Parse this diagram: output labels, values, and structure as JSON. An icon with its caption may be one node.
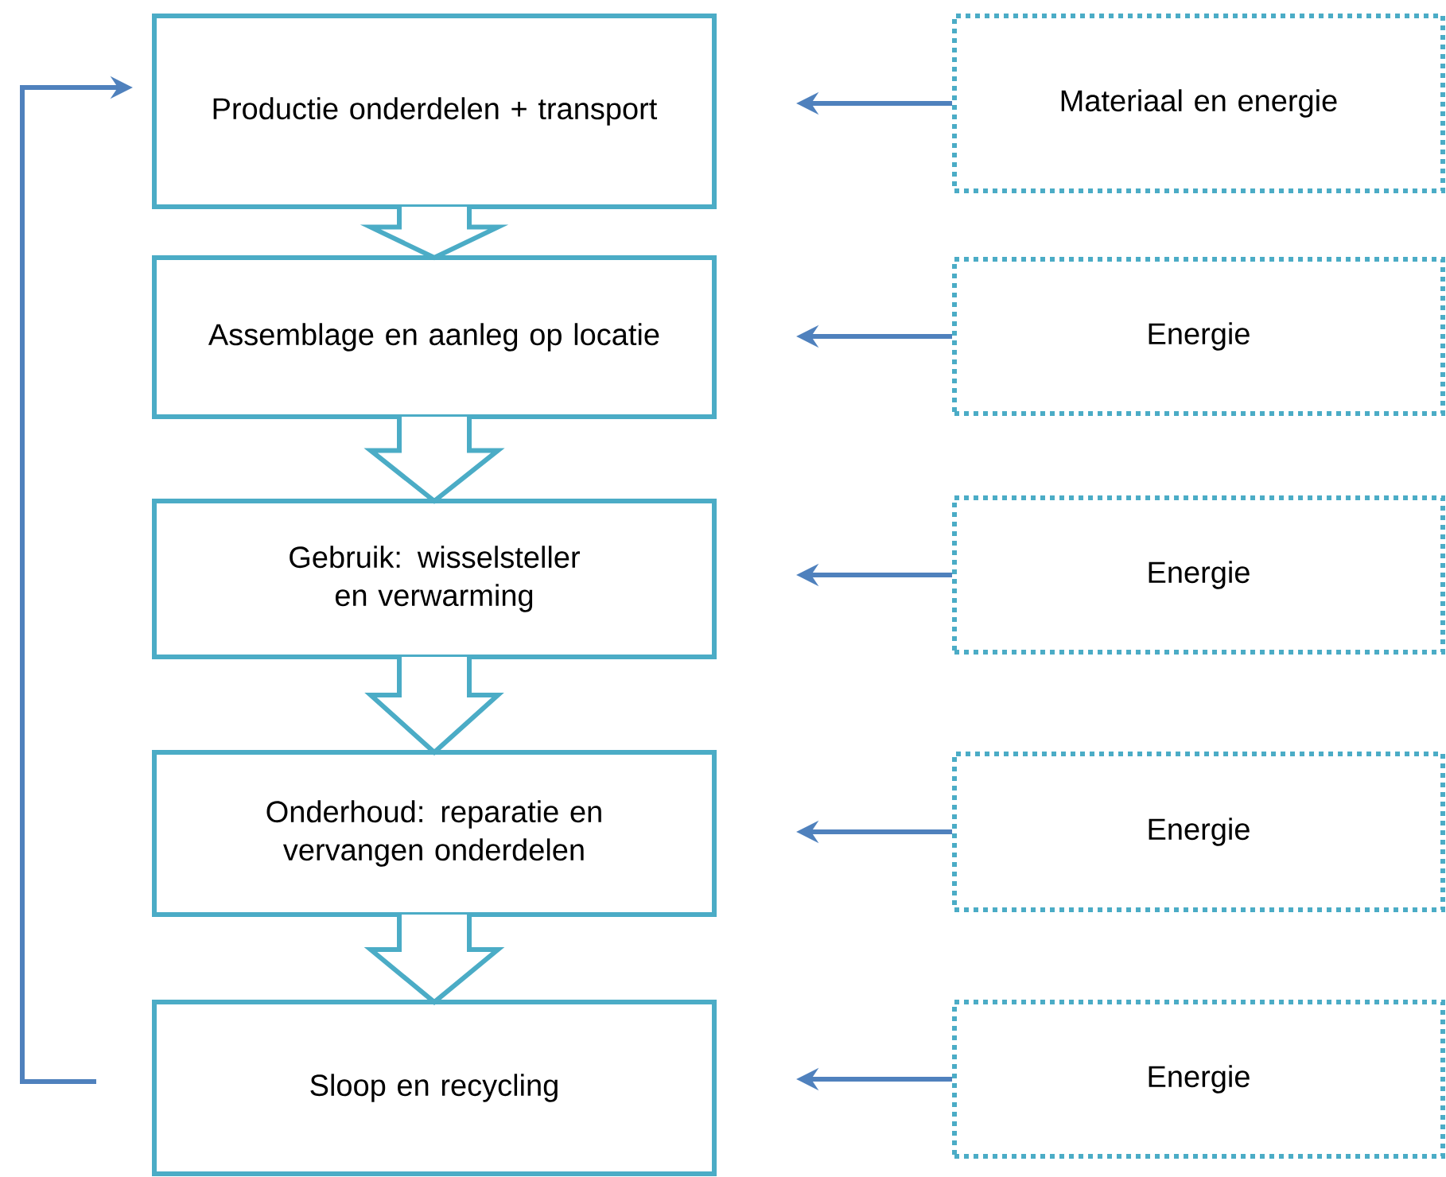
{
  "diagram": {
    "nodes": [
      {
        "text": [
          "Productie onderdelen + transport"
        ]
      },
      {
        "text": [
          "Assemblage en aanleg op locatie"
        ]
      },
      {
        "text": [
          "Gebruik: wisselsteller en verwarming"
        ]
      },
      {
        "text": [
          "Onderhoud: reparatie en vervangen onderdelen"
        ]
      },
      {
        "text": [
          "Sloop en recycling"
        ]
      },
      {
        "text": [
          "Materiaal en energie"
        ]
      },
      {
        "text": [
          "Energie"
        ]
      },
      {
        "text": [
          "Energie"
        ]
      },
      {
        "text": [
          "Energie"
        ]
      },
      {
        "text": [
          "Energie"
        ]
      }
    ],
    "edges": [
      {
        "from": 0,
        "to": 1,
        "arrow": "to",
        "style": "thick",
        "color": "#4bacc6"
      },
      {
        "from": 1,
        "to": 2,
        "arrow": "to",
        "style": "thick",
        "color": "#4bacc6"
      },
      {
        "from": 2,
        "to": 3,
        "arrow": "to",
        "style": "thick",
        "color": "#4bacc6"
      },
      {
        "from": 3,
        "to": 4,
        "arrow": "to",
        "style": "thick",
        "color": "#4bacc6"
      },
      {
        "from": 5,
        "to": 0,
        "arrow": "to"
      },
      {
        "from": 6,
        "to": 1,
        "arrow": "to"
      },
      {
        "from": 7,
        "to": 2,
        "arrow": "to"
      },
      {
        "from": 8,
        "to": 3,
        "arrow": "to"
      },
      {
        "from": 9,
        "to": 4,
        "arrow": "to"
      },
      {
        "from": 4,
        "to": 0,
        "arrow": "to"
      }
    ]
  }
}
